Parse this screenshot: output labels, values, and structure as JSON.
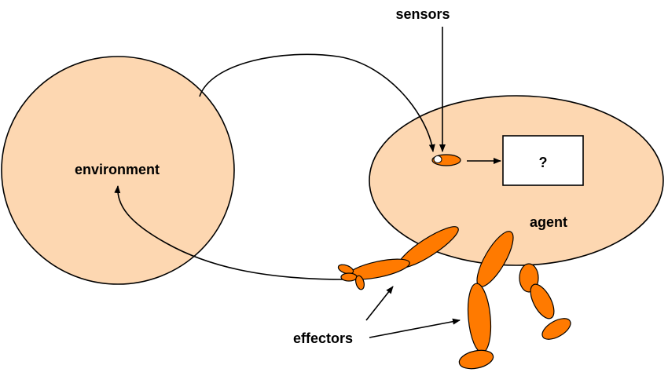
{
  "diagram": {
    "labels": {
      "sensors": "sensors",
      "environment": "environment",
      "agent": "agent",
      "box": "?",
      "effectors": "effectors"
    },
    "colors": {
      "fill": "#FDD7B1",
      "limb": "#FF7A00",
      "stroke": "#000000"
    }
  }
}
